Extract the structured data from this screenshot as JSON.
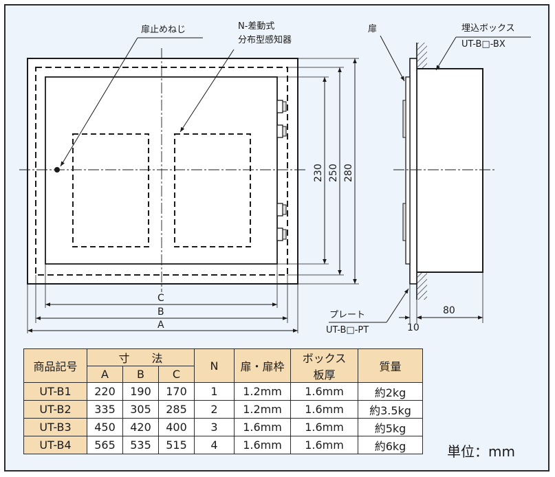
{
  "labels": {
    "door_screw": "扉止めねじ",
    "detector_line1": "N-差動式",
    "detector_line2": "分布型感知器",
    "door": "扉",
    "embed_box_line1": "埋込ボックス",
    "embed_box_line2": "UT-B□-BX",
    "plate_line1": "プレート",
    "plate_line2": "UT-B□-PT"
  },
  "dimensions": {
    "c": "C",
    "b": "B",
    "a": "A",
    "h230": "230",
    "h250": "250",
    "h280": "280",
    "d10": "10",
    "d80": "80"
  },
  "table": {
    "header_model": "商品記号",
    "header_dims": "寸　　法",
    "header_n": "N",
    "header_door": "扉・扉枠",
    "header_box_line1": "ボックス",
    "header_box_line2": "板厚",
    "header_weight": "質量",
    "sub_a": "A",
    "sub_b": "B",
    "sub_c": "C",
    "rows": [
      {
        "model": "UT-B1",
        "a": "220",
        "b": "190",
        "c": "170",
        "n": "1",
        "door": "1.2mm",
        "box": "1.6mm",
        "weight": "約2kg"
      },
      {
        "model": "UT-B2",
        "a": "335",
        "b": "305",
        "c": "285",
        "n": "2",
        "door": "1.2mm",
        "box": "1.6mm",
        "weight": "約3.5kg"
      },
      {
        "model": "UT-B3",
        "a": "450",
        "b": "420",
        "c": "400",
        "n": "3",
        "door": "1.6mm",
        "box": "1.6mm",
        "weight": "約5kg"
      },
      {
        "model": "UT-B4",
        "a": "565",
        "b": "535",
        "c": "515",
        "n": "4",
        "door": "1.6mm",
        "box": "1.6mm",
        "weight": "約6kg"
      }
    ]
  },
  "unit": "単位：mm"
}
